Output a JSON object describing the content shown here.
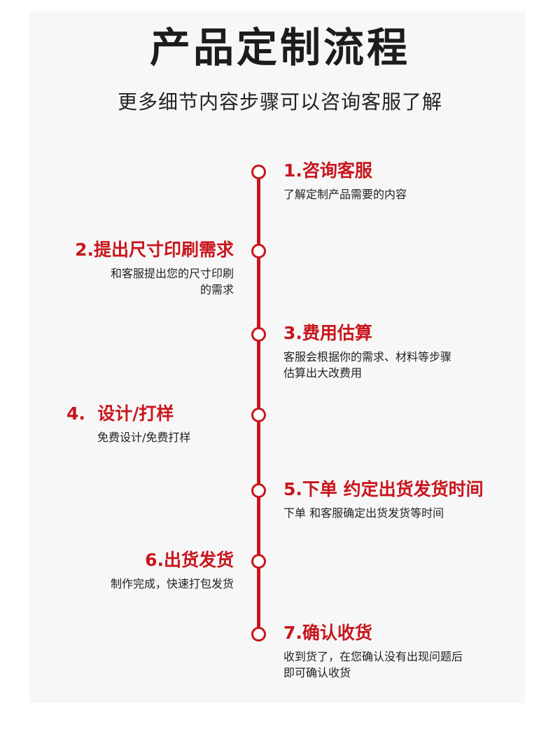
{
  "header": {
    "title": "产品定制流程",
    "subtitle": "更多细节内容步骤可以咨询客服了解"
  },
  "colors": {
    "accent": "#c8161d",
    "text": "#222222",
    "panel": "#f7f7f7"
  },
  "steps": [
    {
      "title": "1.咨询客服",
      "desc": [
        "了解定制产品需要的内容"
      ],
      "side": "right"
    },
    {
      "title": "2.提出尺寸印刷需求",
      "desc": [
        "和客服提出您的尺寸印刷",
        "的需求"
      ],
      "side": "left"
    },
    {
      "title": "3.费用估算",
      "desc": [
        "客服会根据你的需求、材料等步骤",
        "估算出大改费用"
      ],
      "side": "right"
    },
    {
      "title": "4.  设计/打样",
      "desc": [
        "免费设计/免费打样"
      ],
      "side": "left"
    },
    {
      "title": "5.下单 约定出货发货时间",
      "desc": [
        "下单 和客服确定出货发货等时间"
      ],
      "side": "right"
    },
    {
      "title": "6.出货发货",
      "desc": [
        "制作完成，快速打包发货"
      ],
      "side": "left"
    },
    {
      "title": "7.确认收货",
      "desc": [
        "收到货了，在您确认没有出现问题后",
        "即可确认收货"
      ],
      "side": "right"
    }
  ]
}
